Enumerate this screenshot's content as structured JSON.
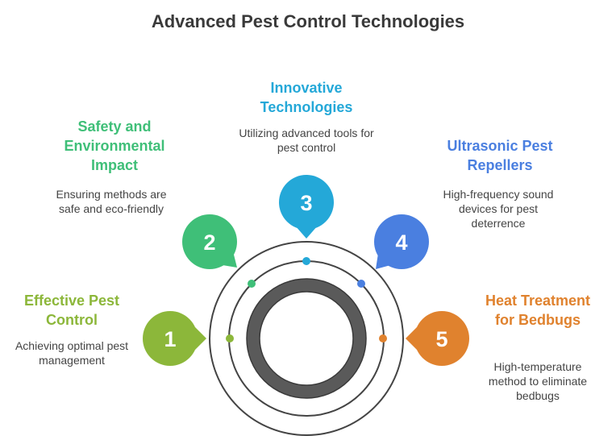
{
  "title": "Advanced Pest Control Technologies",
  "colors": {
    "green": "#8cb73a",
    "teal": "#3fbf78",
    "cyan": "#24a8d8",
    "blue": "#4a7fe0",
    "orange": "#e0822e",
    "ring": "#444444",
    "hub": "#5a5a5a"
  },
  "steps": [
    {
      "number": "1",
      "heading": "Effective Pest Control",
      "description": "Achieving optimal pest management"
    },
    {
      "number": "2",
      "heading": "Safety and Environmental Impact",
      "description": "Ensuring methods are safe and eco-friendly"
    },
    {
      "number": "3",
      "heading": "Innovative Technologies",
      "description": "Utilizing advanced tools for pest control"
    },
    {
      "number": "4",
      "heading": "Ultrasonic Pest Repellers",
      "description": "High-frequency sound devices for pest deterrence"
    },
    {
      "number": "5",
      "heading": "Heat Treatment for Bedbugs",
      "description": "High-temperature method to eliminate bedbugs"
    }
  ]
}
